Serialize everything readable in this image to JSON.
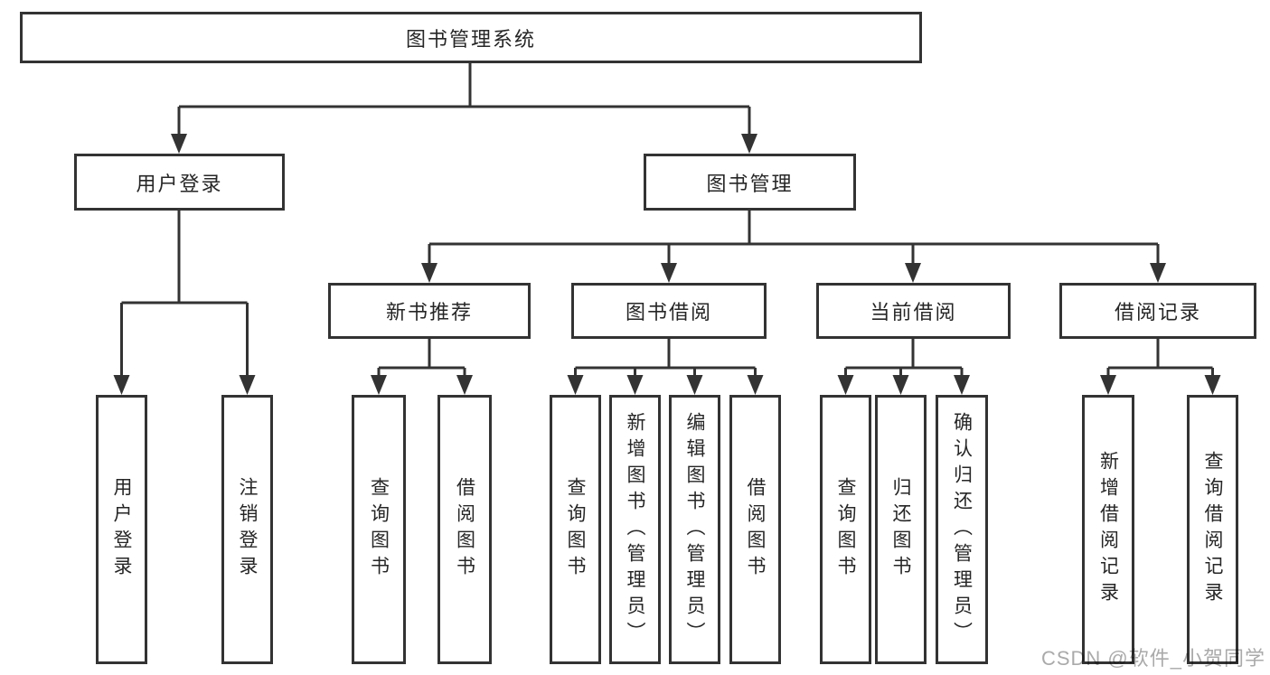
{
  "nodes": {
    "root": {
      "label": "图书管理系统"
    },
    "user_login": {
      "label": "用户登录"
    },
    "book_management": {
      "label": "图书管理"
    },
    "new_book_recommend": {
      "label": "新书推荐"
    },
    "book_borrow": {
      "label": "图书借阅"
    },
    "current_borrow": {
      "label": "当前借阅"
    },
    "borrow_records": {
      "label": "借阅记录"
    },
    "leaf_user_login": {
      "label": "用户登录"
    },
    "leaf_logout_login": {
      "label": "注销登录"
    },
    "leaf_query_book_recommend": {
      "label": "查询图书"
    },
    "leaf_borrow_book_recommend": {
      "label": "借阅图书"
    },
    "leaf_query_book_borrow": {
      "label": "查询图书"
    },
    "leaf_add_book_admin": {
      "label": "新增图书（管理员）"
    },
    "leaf_edit_book_admin": {
      "label": "编辑图书（管理员）"
    },
    "leaf_borrow_book_borrow": {
      "label": "借阅图书"
    },
    "leaf_query_book_current": {
      "label": "查询图书"
    },
    "leaf_return_book": {
      "label": "归还图书"
    },
    "leaf_confirm_return_admin": {
      "label": "确认归还（管理员）"
    },
    "leaf_add_borrow_record": {
      "label": "新增借阅记录"
    },
    "leaf_query_borrow_record": {
      "label": "查询借阅记录"
    }
  },
  "watermark": "CSDN @软件_小贺同学",
  "colors": {
    "line": "#333333",
    "text": "#262626",
    "background": "#ffffff",
    "watermark": "#aaaaaa"
  }
}
